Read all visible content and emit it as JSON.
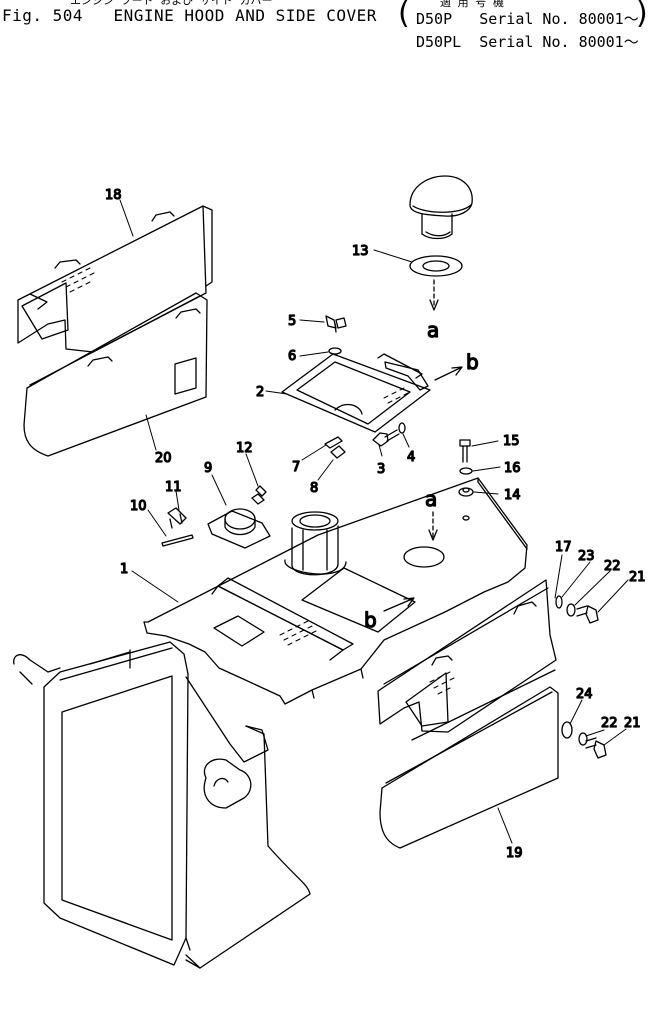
{
  "header": {
    "figure_label": "Fig. 504",
    "title": "ENGINE HOOD AND SIDE COVER",
    "japanese_title": "エンジン フード および サイド カバー",
    "japanese_applicability": "適 用 号 機",
    "applicability": [
      {
        "model": "D50P",
        "serial_label": "Serial No.",
        "serial_range": "80001～"
      },
      {
        "model": "D50PL",
        "serial_label": "Serial No.",
        "serial_range": "80001～"
      }
    ]
  },
  "callouts": {
    "c1": "1",
    "c2": "2",
    "c3": "3",
    "c4": "4",
    "c5": "5",
    "c6": "6",
    "c7": "7",
    "c8": "8",
    "c9": "9",
    "c10": "10",
    "c11": "11",
    "c12": "12",
    "c13": "13",
    "c14": "14",
    "c15": "15",
    "c16": "16",
    "c17": "17",
    "c18": "18",
    "c19": "19",
    "c20": "20",
    "c21a": "21",
    "c21b": "21",
    "c22a": "22",
    "c22b": "22",
    "c23": "23",
    "c24": "24"
  },
  "references": {
    "a_top": "a",
    "a_hood": "a",
    "b_right": "b",
    "b_hood": "b"
  }
}
